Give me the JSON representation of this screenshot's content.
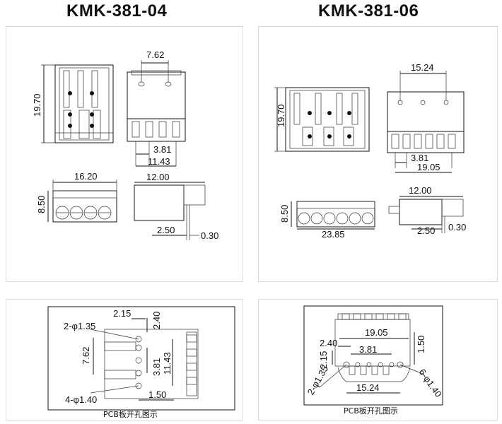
{
  "titles": {
    "left": "KMK-381-04",
    "right": "KMK-381-06"
  },
  "left_top": {
    "pitch": "7.62",
    "height": "19.70",
    "pin_pitch": "3.81",
    "span": "11.43",
    "width": "16.20",
    "depth": "12.00",
    "side_height": "8.50",
    "pin_offset": "2.50",
    "pin_thickness": "0.30"
  },
  "right_top": {
    "pitch": "15.24",
    "height": "19.70",
    "pin_pitch": "3.81",
    "span": "19.05",
    "width": "23.85",
    "depth": "12.00",
    "side_height": "8.50",
    "pin_offset": "2.50",
    "pin_thickness": "0.30"
  },
  "left_bottom": {
    "d1": "2.15",
    "d2": "2.40",
    "hole_small": "2-φ1.35",
    "pitch": "7.62",
    "pin_pitch": "3.81",
    "span": "11.43",
    "hole_large": "4-φ1.40",
    "offset": "1.50",
    "caption": "PCB板开孔图示"
  },
  "right_bottom": {
    "span": "19.05",
    "d2": "2.40",
    "pin_pitch": "3.81",
    "d1": "2.15",
    "offset": "1.50",
    "hole_small": "2-φ1.35",
    "pitch": "15.24",
    "hole_large": "6-φ1.40",
    "caption": "PCB板开孔图示"
  }
}
